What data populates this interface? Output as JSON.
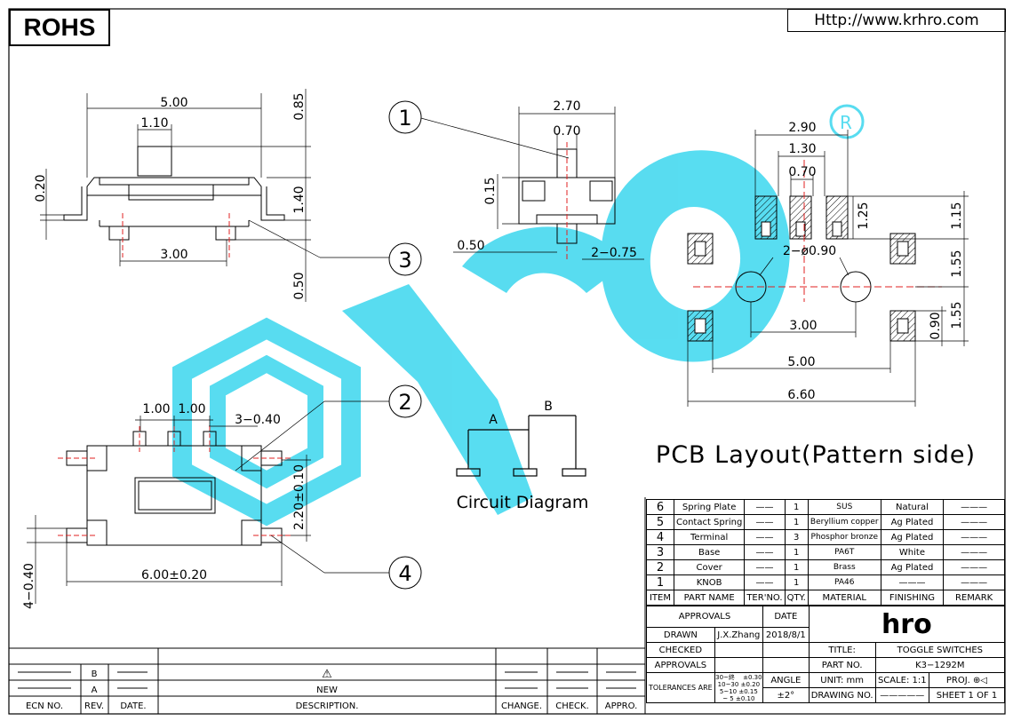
{
  "header": {
    "rohs": "ROHS",
    "url": "Http://www.krhro.com"
  },
  "dims": {
    "top_w": "5.00",
    "top_knob": "1.10",
    "top_h1": "0.85",
    "top_h2": "1.40",
    "top_h3": "0.50",
    "top_t": "0.20",
    "top_pin": "3.00",
    "side_w": "2.70",
    "side_knob": "0.70",
    "side_h": "0.15",
    "side_p": "0.50",
    "side_pins": "2−0.75",
    "pcb_w1": "2.90",
    "pcb_w2": "1.30",
    "pcb_w3": "0.70",
    "pcb_h1": "1.15",
    "pcb_h2": "1.25",
    "pcb_hole": "2−ø0.90",
    "pcb_h3": "1.55",
    "pcb_h4": "1.55",
    "pcb_h5": "0.90",
    "pcb_w4": "3.00",
    "pcb_w5": "5.00",
    "pcb_w6": "6.60",
    "bot_p1": "1.00",
    "bot_p2": "1.00",
    "bot_pins": "3−0.40",
    "bot_h": "2.20±0.10",
    "bot_w": "6.00±0.20",
    "bot_pins2": "4−0.40"
  },
  "callouts": [
    "1",
    "2",
    "3",
    "4"
  ],
  "pcb_title": "PCB Layout(Pattern side)",
  "circuit": {
    "label_a": "A",
    "label_b": "B",
    "title": "Circuit Diagram"
  },
  "watermark": {
    "brand": "hro",
    "color": "#46d9ef"
  },
  "parts": [
    {
      "no": "6",
      "name": "Spring Plate",
      "ter": "——",
      "qty": "1",
      "material": "SUS",
      "finishing": "Natural",
      "remark": "———"
    },
    {
      "no": "5",
      "name": "Contact Spring",
      "ter": "——",
      "qty": "1",
      "material": "Beryllium copper",
      "finishing": "Ag Plated",
      "remark": "———"
    },
    {
      "no": "4",
      "name": "Terminal",
      "ter": "——",
      "qty": "3",
      "material": "Phosphor bronze",
      "finishing": "Ag Plated",
      "remark": "———"
    },
    {
      "no": "3",
      "name": "Base",
      "ter": "——",
      "qty": "1",
      "material": "PA6T",
      "finishing": "White",
      "remark": "———"
    },
    {
      "no": "2",
      "name": "Cover",
      "ter": "——",
      "qty": "1",
      "material": "Brass",
      "finishing": "Ag Plated",
      "remark": "———"
    },
    {
      "no": "1",
      "name": "KNOB",
      "ter": "——",
      "qty": "1",
      "material": "PA46",
      "finishing": "———",
      "remark": "———"
    }
  ],
  "parts_header": {
    "item": "ITEM",
    "name": "PART NAME",
    "ter": "TER'NO.",
    "qty": "QTY.",
    "material": "MATERIAL",
    "finishing": "FINISHING",
    "remark": "REMARK"
  },
  "title_block": {
    "approvals": "APPROVALS",
    "date": "DATE",
    "drawn": "DRAWN",
    "drawn_by": "J.X.Zhang",
    "drawn_date": "2018/8/1",
    "checked": "CHECKED",
    "approvals2": "APPROVALS",
    "title_label": "TITLE:",
    "title": "TOGGLE SWITCHES",
    "partno_label": "PART NO.",
    "partno": "K3−1292M",
    "tolerances": "TOLERANCES ARE",
    "tol_rows": [
      [
        "30~終　",
        "±0.30"
      ],
      [
        "10~30",
        "±0.20"
      ],
      [
        "5~10",
        "±0.15"
      ],
      [
        "~ 5",
        "±0.10"
      ]
    ],
    "angle": "ANGLE",
    "angle_val": "±2°",
    "unit": "UNIT: mm",
    "scale": "SCALE:  1:1",
    "proj": "PROJ.",
    "drawing_no": "DRAWING NO.",
    "drawing_no_val": "—————",
    "sheet": "SHEET  1 OF 1",
    "logo": "hro"
  },
  "revision": {
    "rows": [
      {
        "rev": "B",
        "desc": "⚠"
      },
      {
        "rev": "A",
        "desc": "NEW"
      }
    ],
    "headers": {
      "ecn": "ECN NO.",
      "rev": "REV.",
      "date": "DATE.",
      "desc": "DESCRIPTION.",
      "change": "CHANGE.",
      "check": "CHECK.",
      "appro": "APPRO."
    }
  }
}
